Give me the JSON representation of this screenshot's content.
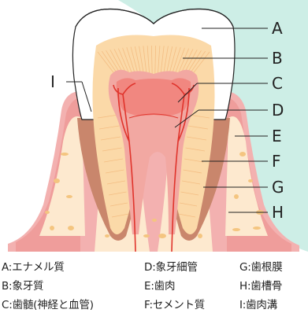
{
  "callouts": {
    "A": "A",
    "B": "B",
    "C": "C",
    "D": "D",
    "E": "E",
    "F": "F",
    "G": "G",
    "H": "H",
    "I": "I"
  },
  "legend": [
    "A:エナメル質",
    "B:象牙質",
    "C:歯髄(神経と血管)",
    "D:象牙細管",
    "E:歯肉",
    "F:セメント質",
    "G:歯根膜",
    "H:歯槽骨",
    "I:歯肉溝"
  ],
  "colors": {
    "background_wash": "#cdeee6",
    "enamel": "#ffffff",
    "dentin": "#fbd9a8",
    "pulp": "#f2a8a2",
    "pulp_core": "#f06b64",
    "nerve": "#e0342c",
    "gum": "#f3b1b0",
    "gum_dark": "#eb8c8b",
    "bone": "#fde9cf",
    "bone_spot": "#f4c580",
    "root_membrane": "#c9866c",
    "line": "#222222"
  }
}
